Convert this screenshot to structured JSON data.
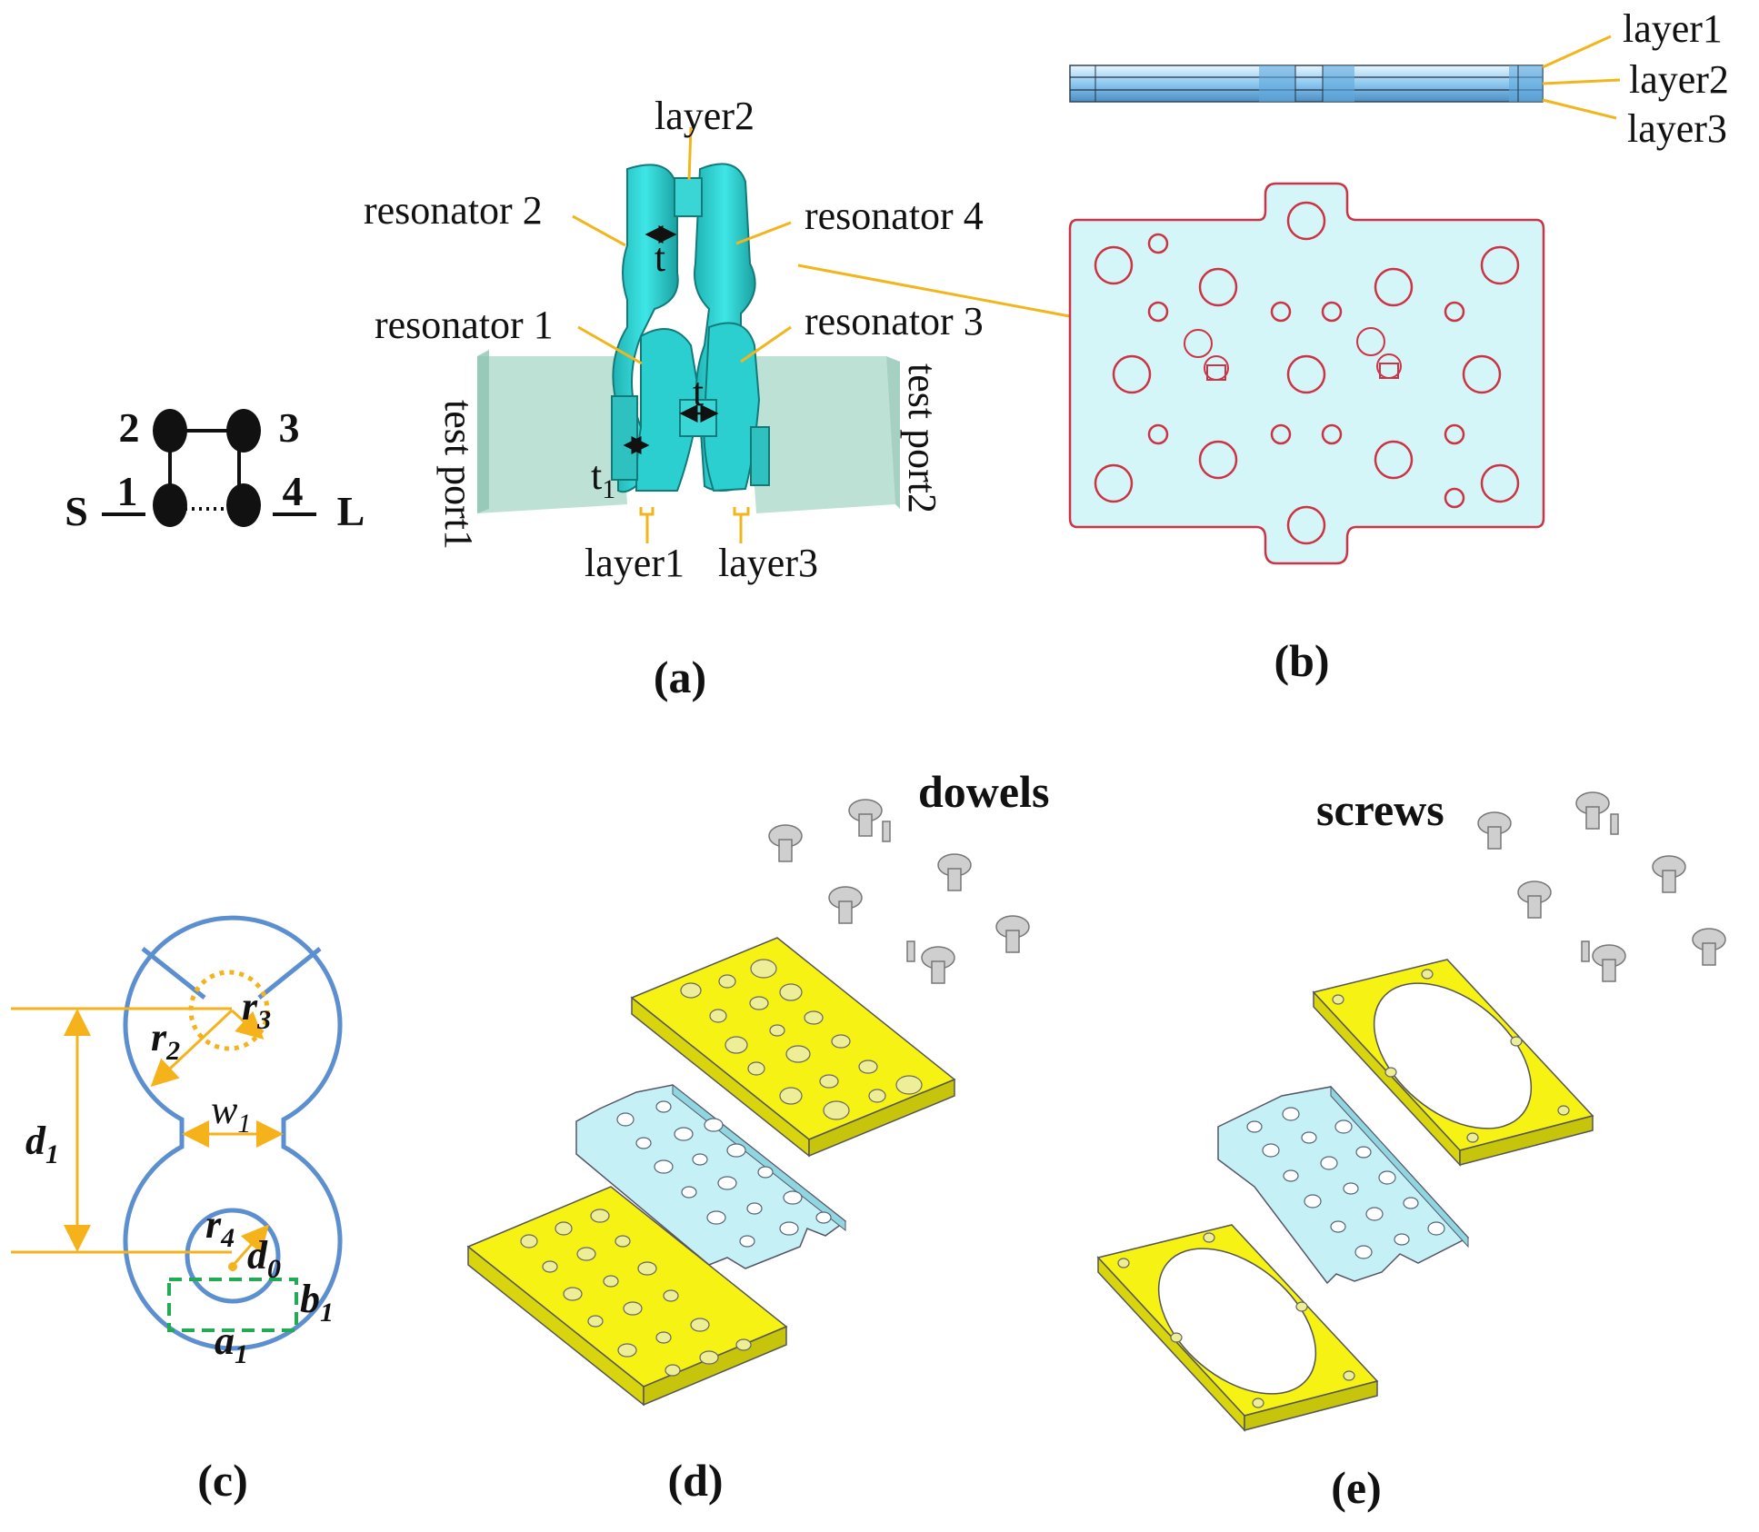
{
  "colors": {
    "leader": "#f2b51c",
    "resonator": "#2fd8d8",
    "resonator_dark": "#1a9a9a",
    "plate_cyan": "#c8f5f7",
    "plate_yellow": "#f5f20f",
    "port_box": "#a8d8c8",
    "outline_red": "#cc3344",
    "cut_outline": "#5b9bd5",
    "dash_green": "#22aa55"
  },
  "panel_a": {
    "caption": "(a)",
    "topology": {
      "nodes": [
        "2",
        "3",
        "1",
        "4"
      ],
      "source": "S",
      "load": "L"
    },
    "labels": {
      "layer2": "layer2",
      "resonator2": "resonator 2",
      "resonator4": "resonator 4",
      "resonator1": "resonator 1",
      "resonator3": "resonator 3",
      "test_port1": "test port1",
      "test_port2": "test port2",
      "layer1": "layer1",
      "layer3": "layer3",
      "t_top": "t",
      "t_mid": "t",
      "t1": "t",
      "t1_sub": "1"
    }
  },
  "panel_b": {
    "caption": "(b)",
    "labels": {
      "layer1": "layer1",
      "layer2": "layer2",
      "layer3": "layer3"
    }
  },
  "panel_c": {
    "caption": "(c)",
    "labels": {
      "r3": "r",
      "r3_sub": "3",
      "r2": "r",
      "r2_sub": "2",
      "w1": "w",
      "w1_sub": "1",
      "d1": "d",
      "d1_sub": "1",
      "r4": "r",
      "r4_sub": "4",
      "d0": "d",
      "d0_sub": "0",
      "b1": "b",
      "b1_sub": "1",
      "a1": "a",
      "a1_sub": "1"
    }
  },
  "panel_d": {
    "caption": "(d)",
    "label": "dowels"
  },
  "panel_e": {
    "caption": "(e)",
    "label": "screws"
  }
}
